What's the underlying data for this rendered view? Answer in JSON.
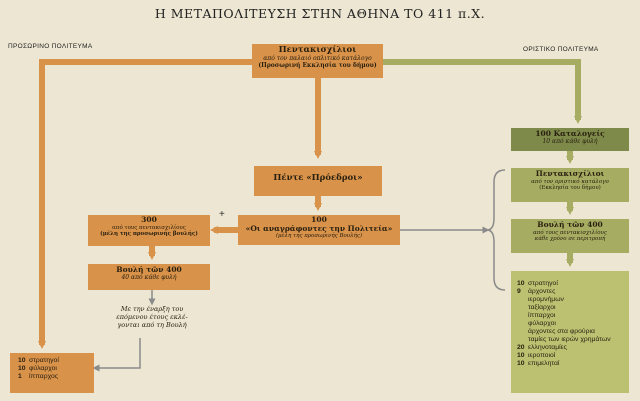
{
  "title": "Η ΜΕΤΑΠΟΛΙΤΕΥΣΗ ΣΤΗΝ ΑΘΗΝΑ ΤΟ 411 π.Χ.",
  "headings": {
    "left": "ΠΡΟΣΩΡΙΝΟ ΠΟΛΙΤΕΥΜΑ",
    "right": "ΟΡΙΣΤΙΚΟ ΠΟΛΙΤΕΥΜΑ"
  },
  "top_box": {
    "line1": "Πεντακισχίλιοι",
    "line2": "από τον παλαιό οπλιτικό κατάλογο",
    "line3": "(Προσωρινή Εκκλησία του δήμου)"
  },
  "proedroi_box": {
    "line1": "Πέντε «Πρόεδροι»"
  },
  "anagrafontes_box": {
    "line1": "100",
    "line2": "«Οι αναγράφοντες την Πολιτεία»",
    "line3": "(μέλη της προσωρινής Βουλής)"
  },
  "three_hundred_box": {
    "line1": "300",
    "line2": "από τους πεντακισχιλίους",
    "line3": "(μέλη της προσωρινής βουλής)"
  },
  "plus_sign": "+",
  "boule400_left": {
    "line1": "Βουλή τῶν 400",
    "line2": "40 από κάθε φυλή"
  },
  "note": {
    "line1": "Με την έναρξη του",
    "line2": "επόμενου έτους εκλέ-",
    "line3": "γονται από τη Βουλή"
  },
  "bottom_left_list": [
    {
      "num": "10",
      "label": "στρατηγοί"
    },
    {
      "num": "10",
      "label": "φύλαρχοι"
    },
    {
      "num": "1",
      "label": "ίππαρχος"
    }
  ],
  "katalogeis_box": {
    "line1": "100 Καταλογείς",
    "line2": "10 από κάθε φυλή"
  },
  "pentakischilioi_right": {
    "line1": "Πεντακισχίλιοι",
    "line2": "από τον οριστικό κατάλογο",
    "line3": "(Εκκλησία του δήμου)"
  },
  "boule400_right": {
    "line1": "Βουλή τῶν 400",
    "line2": "από τους πεντακισχιλίους",
    "line3": "κάθε χρόνο σε περιτροπή"
  },
  "right_list": [
    {
      "num": "10",
      "label": "στρατηγοί"
    },
    {
      "num": "9",
      "label": "άρχοντες"
    },
    {
      "num": "",
      "label": "ιερομνήμων"
    },
    {
      "num": "",
      "label": "ταξίαρχοι"
    },
    {
      "num": "",
      "label": "ίππαρχοι"
    },
    {
      "num": "",
      "label": "φύλαρχοι"
    },
    {
      "num": "",
      "label": "άρχοντες στα φρούρια"
    },
    {
      "num": "",
      "label": "ταμίες των ιερών χρημάτων"
    },
    {
      "num": "20",
      "label": "ελληνοταμίες"
    },
    {
      "num": "10",
      "label": "ιεροποιοί"
    },
    {
      "num": "10",
      "label": "επιμεληταί"
    }
  ],
  "colors": {
    "background": "#ece6d2",
    "orange": "#d8924a",
    "green_dark": "#7d8a4a",
    "green_mid": "#a6ad62",
    "green_light": "#bcc172"
  }
}
